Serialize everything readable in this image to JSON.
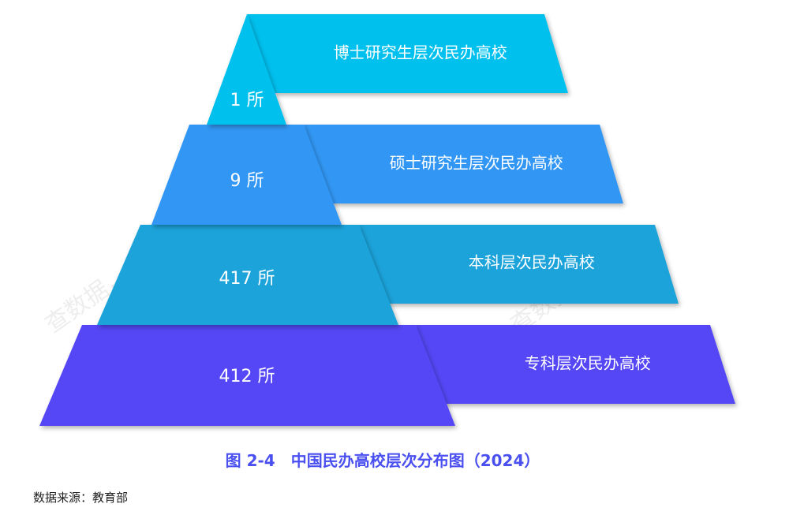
{
  "chart_data": {
    "type": "pyramid",
    "title": "图 2-4　中国民办高校层次分布图（2024）",
    "levels": [
      {
        "label": "博士研究生层次民办高校",
        "value": 1,
        "value_label": "1 所",
        "color": "#00C0EE"
      },
      {
        "label": "硕士研究生层次民办高校",
        "value": 9,
        "value_label": "9 所",
        "color": "#3097F4"
      },
      {
        "label": "本科层次民办高校",
        "value": 417,
        "value_label": "417 所",
        "color": "#1AA3DA"
      },
      {
        "label": "专科层次民办高校",
        "value": 412,
        "value_label": "412 所",
        "color": "#5447F5"
      }
    ]
  },
  "source": "数据来源：教育部",
  "watermark": "查数据，上高绩"
}
